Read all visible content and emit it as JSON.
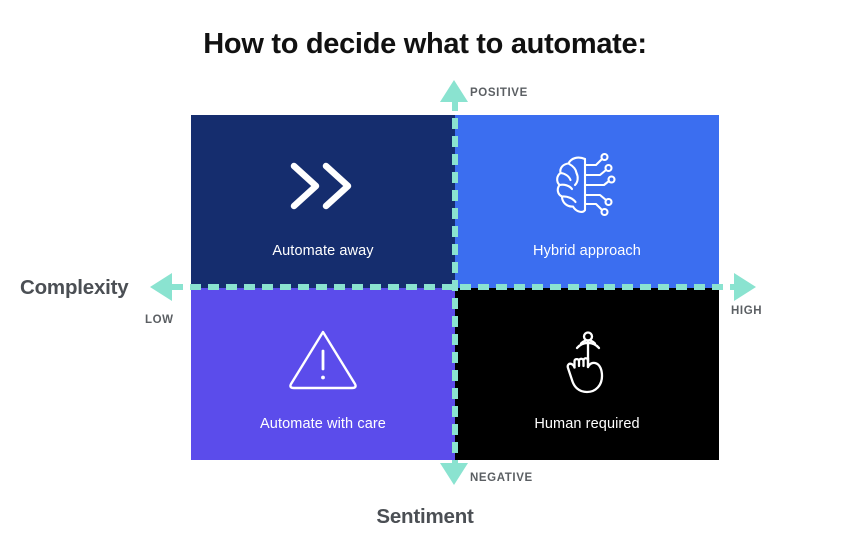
{
  "page": {
    "title": "How to decide what to automate:",
    "background": "#ffffff"
  },
  "colors": {
    "accent_teal": "#8ae3d0",
    "quadrant_top_left": "#152d6e",
    "quadrant_top_right": "#3b6ef0",
    "quadrant_bottom_left": "#5b4ceb",
    "quadrant_bottom_right": "#000000",
    "axis_label": "#4b4f54",
    "endcap_label": "#5b5f63",
    "title": "#111111"
  },
  "chart_data": {
    "type": "table",
    "title": "How to decide what to automate:",
    "xlabel": "Sentiment",
    "ylabel": "Complexity",
    "x_axis": {
      "label": "Sentiment",
      "low_end": "NEGATIVE",
      "high_end": "POSITIVE",
      "orientation": "vertical-on-canvas"
    },
    "y_axis": {
      "label": "Complexity",
      "low_end": "LOW",
      "high_end": "HIGH",
      "orientation": "horizontal-on-canvas"
    },
    "grid": false,
    "legend": "none",
    "quadrants": [
      {
        "position": "top-left",
        "label": "Automate away",
        "icon": "double-chevron-icon",
        "color": "#152d6e",
        "sentiment": "positive",
        "complexity": "low"
      },
      {
        "position": "top-right",
        "label": "Hybrid approach",
        "icon": "brain-circuit-icon",
        "color": "#3b6ef0",
        "sentiment": "positive",
        "complexity": "high"
      },
      {
        "position": "bottom-left",
        "label": "Automate with care",
        "icon": "warning-triangle-icon",
        "color": "#5b4ceb",
        "sentiment": "negative",
        "complexity": "low"
      },
      {
        "position": "bottom-right",
        "label": "Human required",
        "icon": "hand-tap-icon",
        "color": "#000000",
        "sentiment": "negative",
        "complexity": "high"
      }
    ]
  },
  "axes": {
    "vertical": {
      "title": "Sentiment",
      "top_label": "POSITIVE",
      "bottom_label": "NEGATIVE"
    },
    "horizontal": {
      "title": "Complexity",
      "left_label": "LOW",
      "right_label": "HIGH"
    }
  }
}
